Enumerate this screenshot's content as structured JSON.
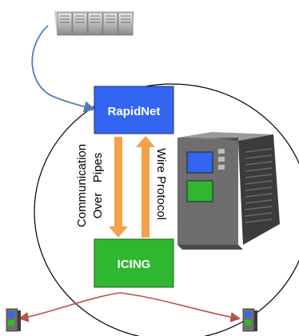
{
  "diagram": {
    "nodes": {
      "rapidnet": {
        "label": "RapidNet",
        "color": "#3366f0"
      },
      "icing": {
        "label": "ICING",
        "color": "#2fb82f"
      }
    },
    "links": {
      "left": {
        "label": "Communication Over Pipes",
        "line1": "Communication",
        "line2": "Over   Pipes"
      },
      "right": {
        "label": "Wire Protocol"
      }
    },
    "colors": {
      "arrow_orange": "#f5a04a",
      "arrow_blue": "#4f7fb8",
      "arrow_red": "#b8524a",
      "circle": "#000000",
      "server_body": "#6e6e6e"
    },
    "icons": [
      "server-rack-icon",
      "server-tower-icon",
      "small-server-icon"
    ]
  }
}
